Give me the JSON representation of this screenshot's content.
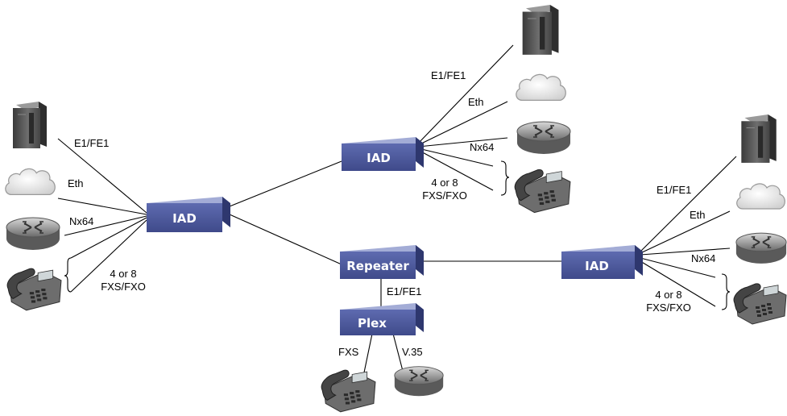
{
  "labels": {
    "iad": "IAD",
    "repeater": "Repeater",
    "plex": "Plex",
    "e1": "E1/FE1",
    "eth": "Eth",
    "nx64": "Nx64",
    "fxs_count": "4 or 8",
    "fxs_fxo": "FXS/FXO",
    "fxs": "FXS",
    "v35": "V.35"
  },
  "icons": {
    "server": "server-icon",
    "cloud": "cloud-icon",
    "router": "router-icon",
    "phone": "phone-icon"
  },
  "colors": {
    "device_box": "#4d5a9c",
    "device_box_top": "#8f99c9",
    "server": "#555555",
    "cloud": "#e6e6e6",
    "router": "#8a8a8a"
  }
}
